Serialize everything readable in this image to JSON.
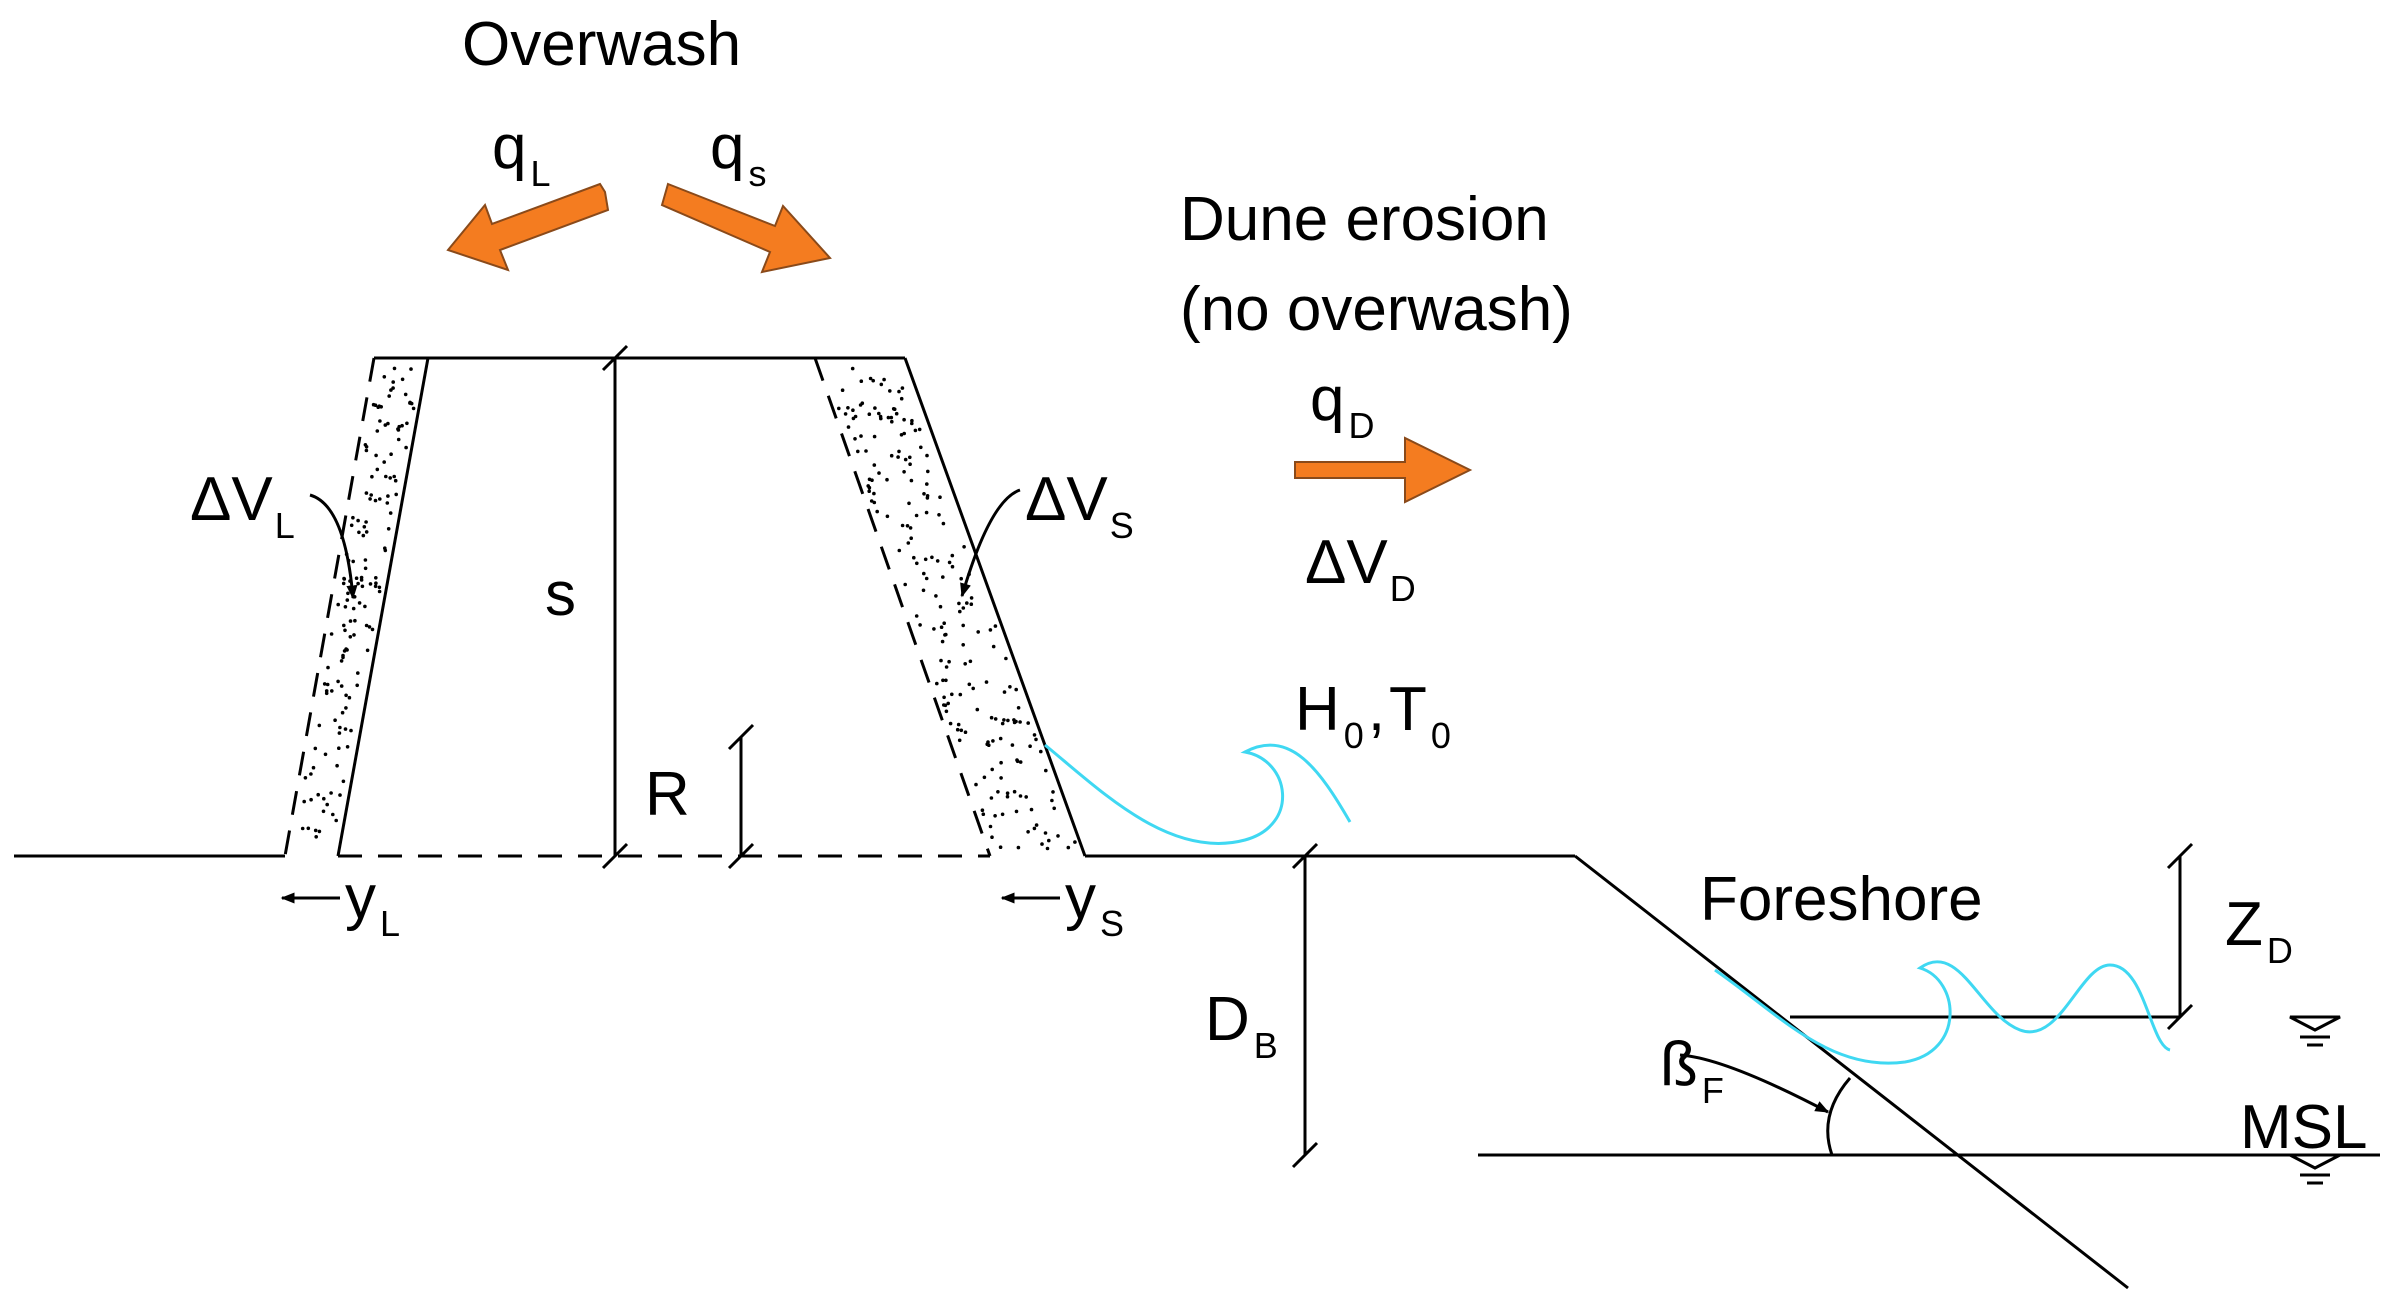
{
  "labels": {
    "overwash": "Overwash",
    "q_L": "q",
    "q_L_sub": "L",
    "q_s": "q",
    "q_s_sub": "s",
    "dune_erosion": "Dune erosion",
    "no_overwash": "(no overwash)",
    "q_D": "q",
    "q_D_sub": "D",
    "dV_L": "ΔV",
    "dV_L_sub": "L",
    "dV_S": "ΔV",
    "dV_S_sub": "S",
    "dV_D": "ΔV",
    "dV_D_sub": "D",
    "s": "s",
    "R": "R",
    "H0": "H",
    "H0_sub": "0",
    "comma": ",",
    "T0": "T",
    "T0_sub": "0",
    "y_L": "y",
    "y_L_sub": "L",
    "y_S": "y",
    "y_S_sub": "S",
    "D_B": "D",
    "D_B_sub": "B",
    "foreshore": "Foreshore",
    "Z_D": "Z",
    "Z_D_sub": "D",
    "beta_F": "ß",
    "beta_F_sub": "F",
    "msl": "MSL"
  },
  "colors": {
    "arrow": "#f47c20",
    "arrow_stroke": "#8a4a1a",
    "wave": "#3fd8f2",
    "line": "#000000"
  }
}
